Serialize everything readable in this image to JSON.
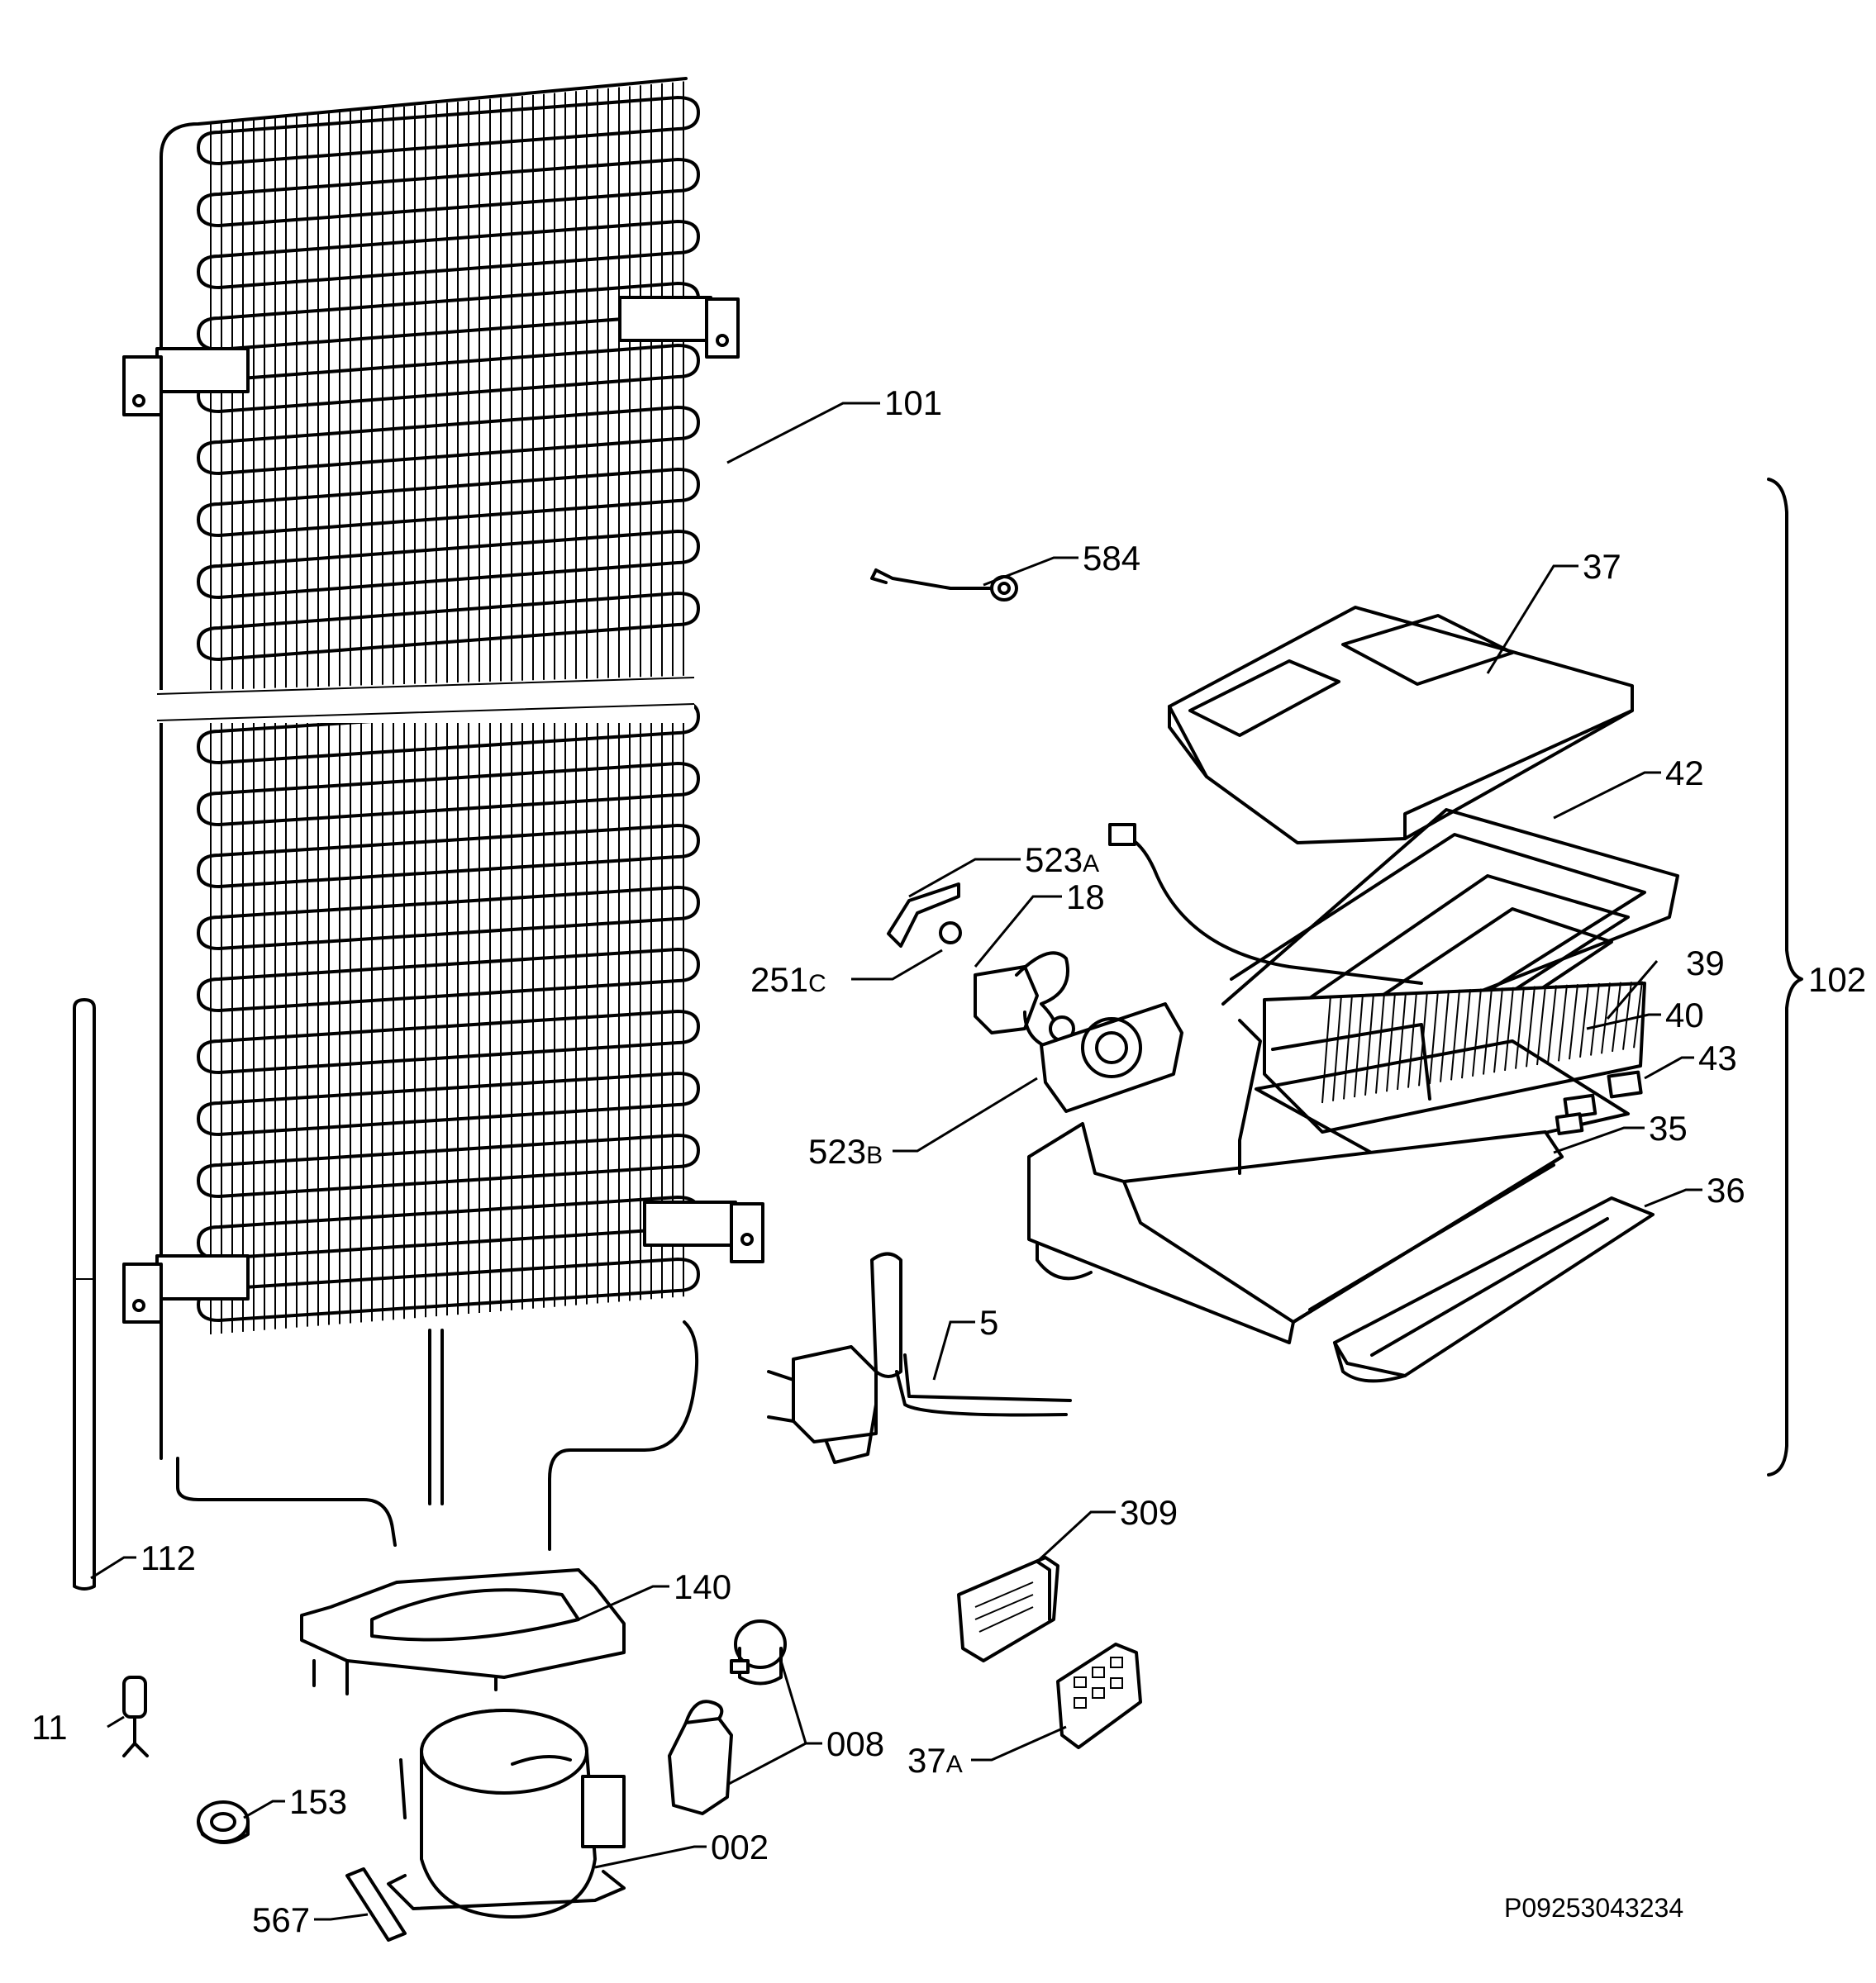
{
  "labels": {
    "l101": "101",
    "l584": "584",
    "l37": "37",
    "l42": "42",
    "l523": "523",
    "l523_sub_a": "A",
    "l18": "18",
    "l251": "251",
    "l251_sub": "C",
    "l39": "39",
    "l40": "40",
    "l43": "43",
    "l102": "102",
    "l523b": "523",
    "l523b_sub": "B",
    "l35": "35",
    "l36": "36",
    "l5": "5",
    "l309": "309",
    "l112": "112",
    "l140": "140",
    "l37a": "37",
    "l37a_sub": "A",
    "l11": "11",
    "l008": "008",
    "l153": "153",
    "l002": "002",
    "l567": "567"
  },
  "reference_code": "P09253043234"
}
